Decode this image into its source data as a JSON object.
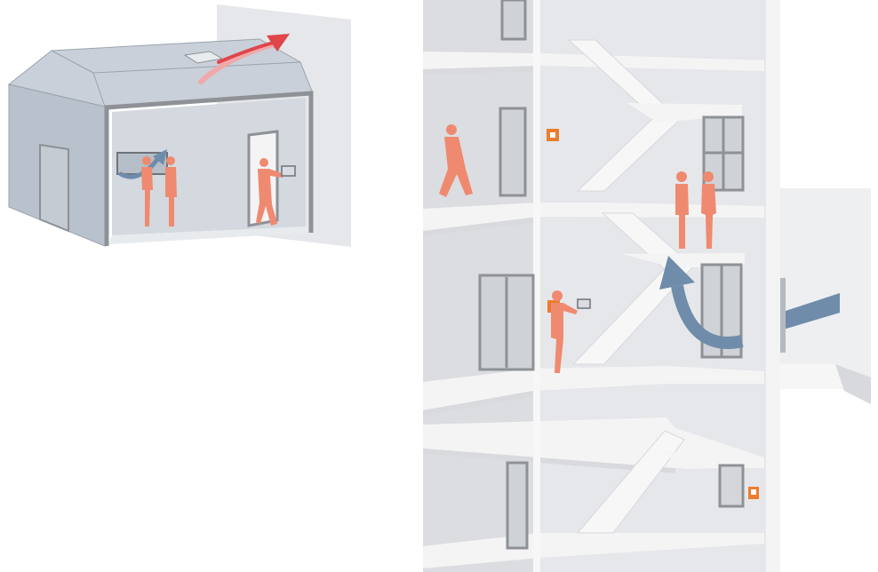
{
  "colors": {
    "background": "#ffffff",
    "wall_light": "#e6e7ea",
    "wall_mid": "#d4d6da",
    "wall_dark": "#c4c7cc",
    "floor": "#f4f4f5",
    "stair": "#f7f7f8",
    "hall_facade": "#b9c1cc",
    "hall_roof": "#c9d0d9",
    "frame_gray": "#8e9196",
    "window_glass": "#cfd2d6",
    "person": "#ef8a70",
    "control_panel": "#ec7d2e",
    "tablet": "#d9dde2",
    "airflow_blue": "#6f8cab",
    "exhaust_red": "#e0454a"
  },
  "icons": {
    "smoke_exhaust_arrow": "arrow-up-right",
    "fresh_air_arrow": "curved-arrow-up",
    "wall_control_panel": "orange-square",
    "handheld_tablet": "tablet"
  }
}
